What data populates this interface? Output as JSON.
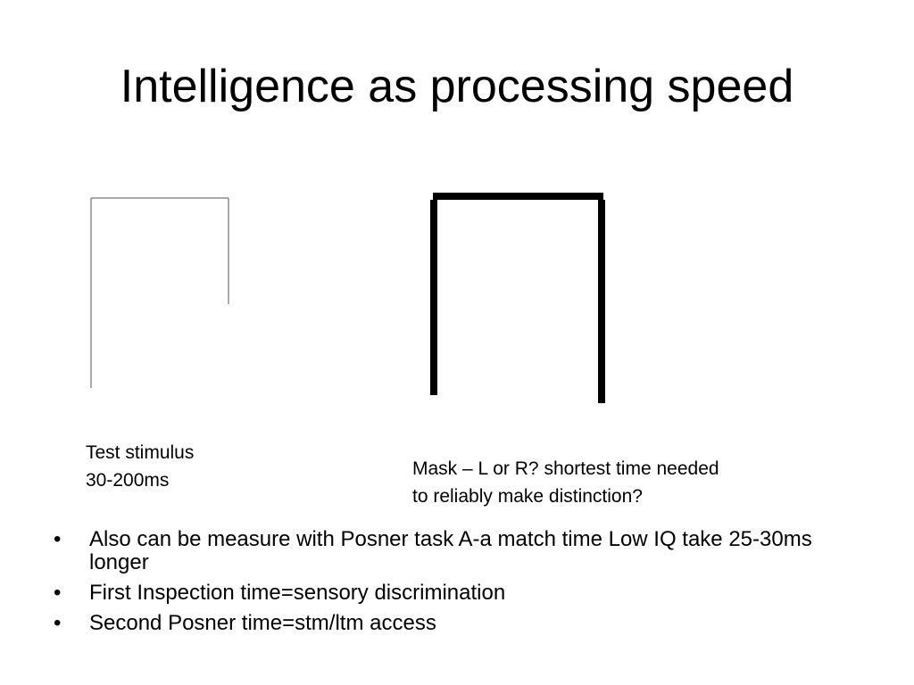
{
  "slide": {
    "title": "Intelligence as processing speed"
  },
  "captions": {
    "stimulus": {
      "line1": "Test stimulus",
      "line2": "30-200ms"
    },
    "mask": {
      "line1": "Mask – L or R? shortest time needed",
      "line2": "to reliably make distinction?"
    }
  },
  "bullet_symbol": "•",
  "bullets": [
    "Also can be measure with Posner task A-a match time Low IQ take 25-30ms longer",
    "First Inspection time=sensory discrimination",
    "Second Posner time=stm/ltm access"
  ],
  "colors": {
    "text": "#000000",
    "background": "#ffffff",
    "stimulus_stroke": "#555555",
    "mask_stroke": "#000000"
  }
}
